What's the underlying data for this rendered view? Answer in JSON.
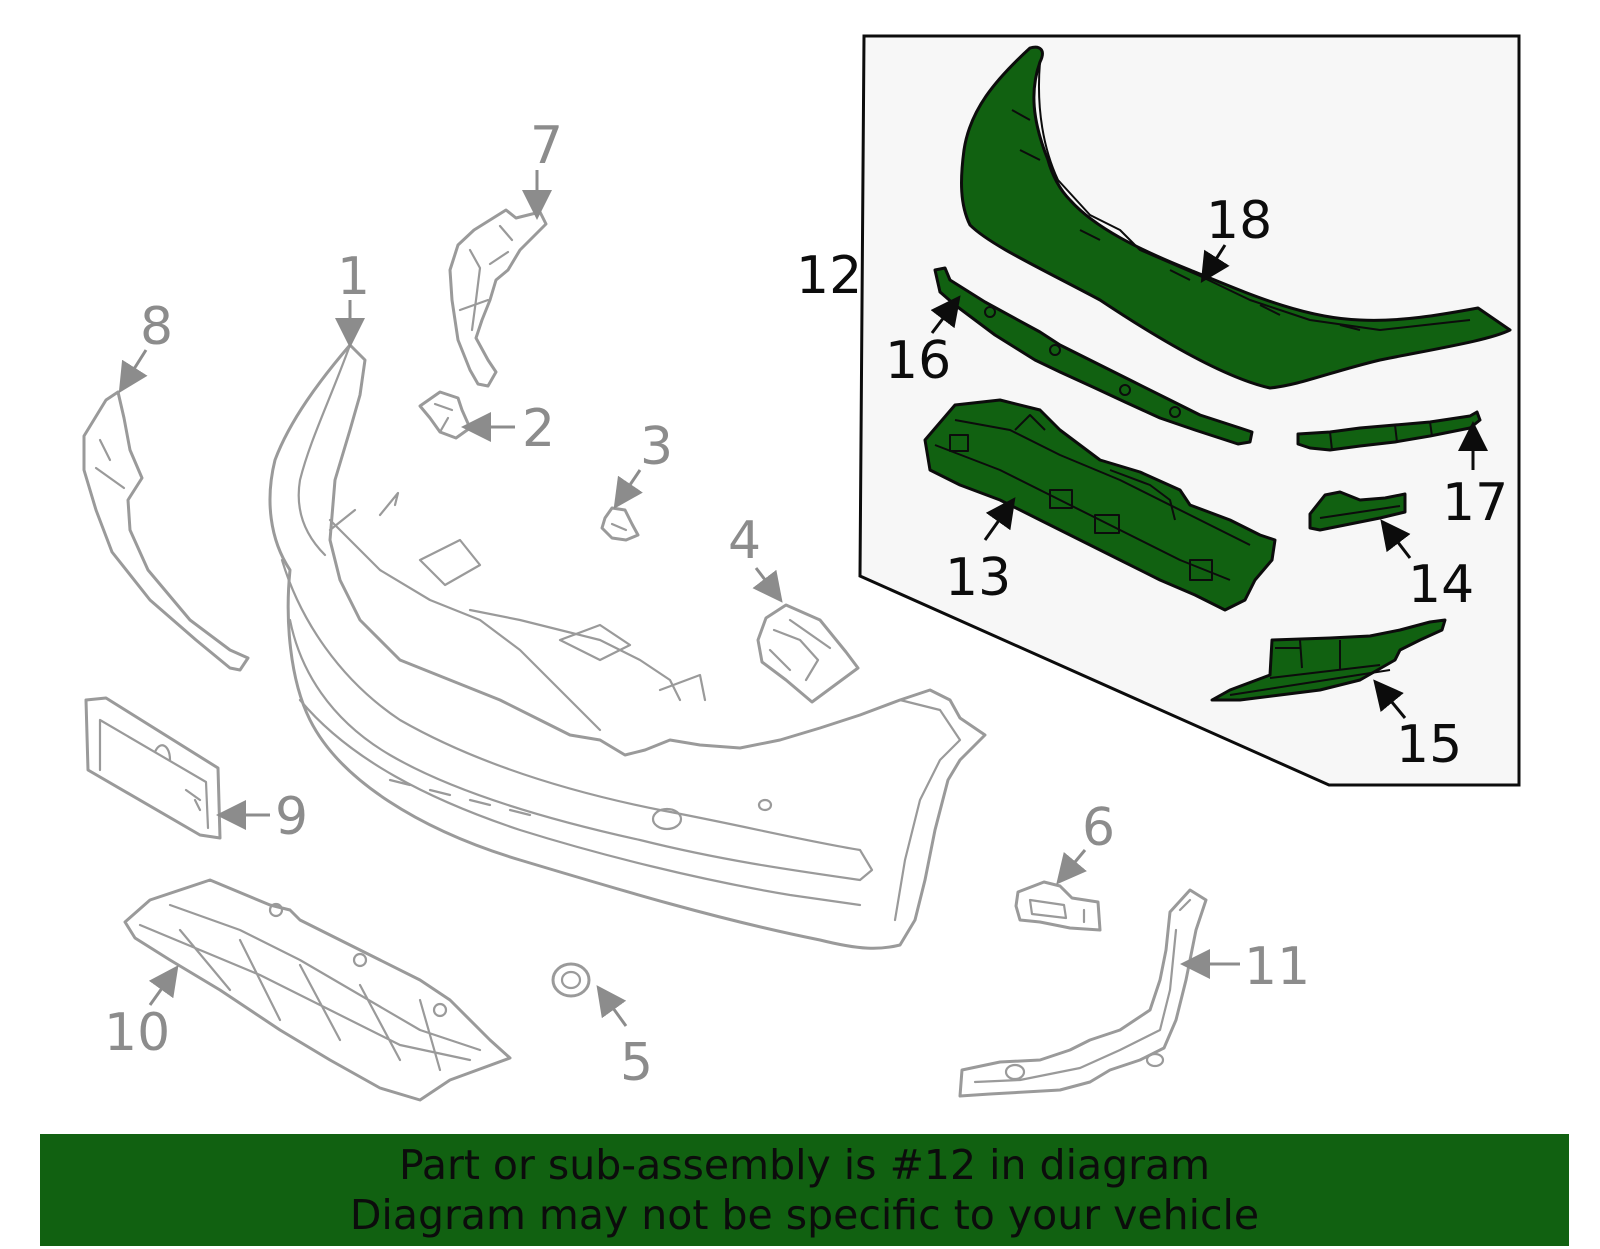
{
  "colors": {
    "highlight_fill": "#116111",
    "part_outline": "#9a9a9a",
    "callout_grey": "#8c8c8c",
    "callout_black": "#0c0c0c",
    "inset_background": "#f7f7f7",
    "footer_background": "#116111"
  },
  "callouts": {
    "c1": "1",
    "c2": "2",
    "c3": "3",
    "c4": "4",
    "c5": "5",
    "c6": "6",
    "c7": "7",
    "c8": "8",
    "c9": "9",
    "c10": "10",
    "c11": "11",
    "c12": "12",
    "c13": "13",
    "c14": "14",
    "c15": "15",
    "c16": "16",
    "c17": "17",
    "c18": "18"
  },
  "highlighted_callout": "12",
  "footer": {
    "line1": "Part or sub-assembly is #12 in diagram",
    "line2": "Diagram may not be specific to your vehicle"
  }
}
